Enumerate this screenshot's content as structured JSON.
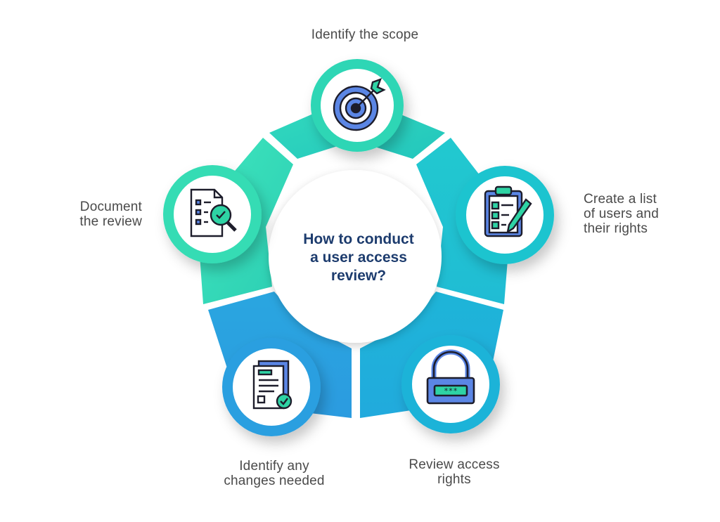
{
  "center": {
    "title": "How to conduct\na user access\nreview?"
  },
  "steps": [
    {
      "label": "Identify the scope",
      "icon": "target-arrow-icon",
      "color": "#2bd4b8"
    },
    {
      "label": "Create a list\nof users and\ntheir rights",
      "icon": "clipboard-checklist-icon",
      "color": "#22c7cf"
    },
    {
      "label": "Review access\nrights",
      "icon": "padlock-password-icon",
      "color": "#1fb7d8"
    },
    {
      "label": "Identify any\nchanges needed",
      "icon": "document-approved-icon",
      "color": "#2ca7e0"
    },
    {
      "label": "Document\nthe review",
      "icon": "document-search-icon",
      "color": "#38dfb8"
    }
  ],
  "colors": {
    "title": "#1d3c6e",
    "icon_outline": "#1d1d2b",
    "icon_blue": "#5b86e5",
    "icon_green": "#2ed3a4"
  }
}
